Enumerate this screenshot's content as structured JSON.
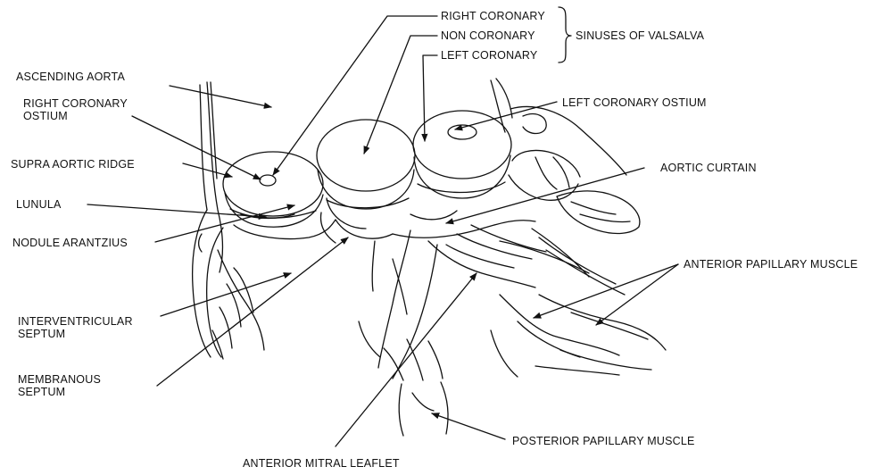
{
  "labels": {
    "ascending_aorta": "ASCENDING AORTA",
    "right_coronary_ostium": [
      "RIGHT CORONARY",
      "OSTIUM"
    ],
    "supra_aortic_ridge": "SUPRA AORTIC RIDGE",
    "lunula": "LUNULA",
    "nodule_arantzius": "NODULE ARANTZIUS",
    "interventricular_septum": [
      "INTERVENTRICULAR",
      "SEPTUM"
    ],
    "membranous_septum": [
      "MEMBRANOUS",
      "SEPTUM"
    ],
    "anterior_mitral_leaflet": "ANTERIOR MITRAL LEAFLET",
    "posterior_papillary_muscle": "POSTERIOR PAPILLARY MUSCLE",
    "anterior_papillary_muscle": "ANTERIOR PAPILLARY MUSCLE",
    "aortic_curtain": "AORTIC CURTAIN",
    "left_coronary_ostium": "LEFT CORONARY OSTIUM",
    "right_coronary": "RIGHT CORONARY",
    "non_coronary": "NON CORONARY",
    "left_coronary": "LEFT CORONARY",
    "sinuses_of_valsalva": "SINUSES OF VALSALVA"
  },
  "colors": {
    "ink": "#111111",
    "background": "#ffffff"
  }
}
